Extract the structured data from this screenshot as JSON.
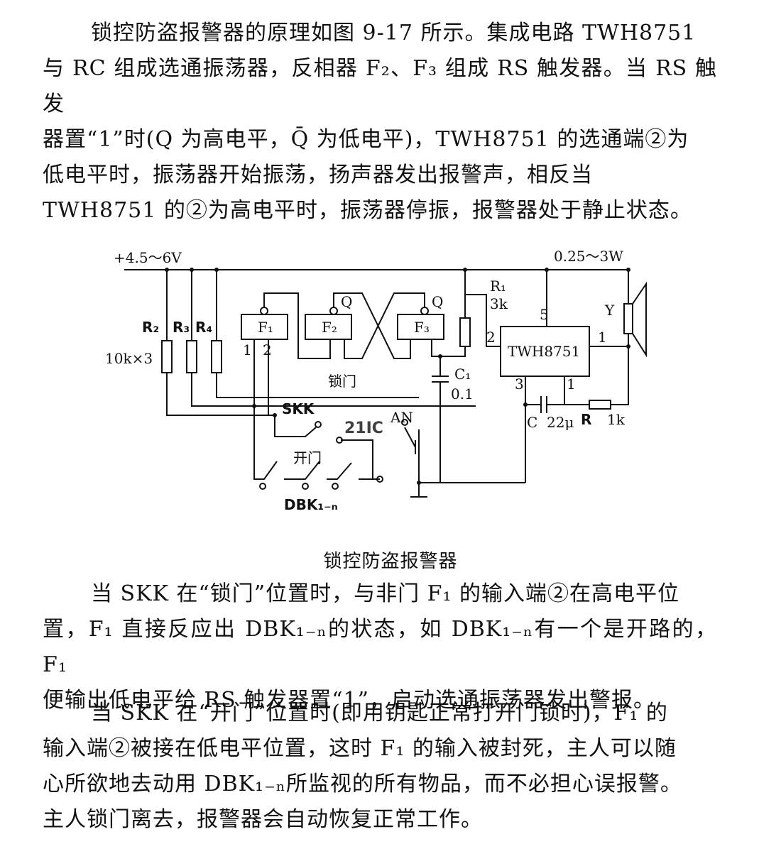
{
  "text": {
    "p1": [
      "锁控防盗报警器的原理如图 9-17 所示。集成电路 TWH8751",
      "与 RC 组成选通振荡器，反相器 F₂、F₃ 组成 RS 触发器。当 RS 触发",
      "器置“1”时(Q 为高电平，Q̄ 为低电平)，TWH8751 的选通端②为",
      "低电平时，振荡器开始振荡，扬声器发出报警声，相反当",
      "TWH8751 的②为高电平时，振荡器停振，报警器处于静止状态。"
    ],
    "caption": "锁控防盗报警器",
    "p2": [
      "当 SKK 在“锁门”位置时，与非门 F₁ 的输入端②在高电平位",
      "置，F₁ 直接反应出 DBK₁₋ₙ的状态，如 DBK₁₋ₙ有一个是开路的，F₁",
      "便输出低电平给 RS 触发器置“1”，启动选通振荡器发出警报。"
    ],
    "p3": [
      "当 SKK 在“开门”位置时(即用钥匙正常打开门锁时)，F₁ 的",
      "输入端②被接在低电平位置，这时 F₁ 的输入被封死，主人可以随",
      "心所欲地去动用 DBK₁₋ₙ所监视的所有物品，而不必担心误报警。",
      "主人锁门离去，报警器会自动恢复正常工作。"
    ]
  },
  "diagram": {
    "supply": "+4.5～6V",
    "power": "0.25～3W",
    "r1": "R₁",
    "r1_val": "3k",
    "r2": "R₂",
    "r3": "R₃",
    "r4": "R₄",
    "r_group_val": "10k×3",
    "f1": "F₁",
    "f2": "F₂",
    "f3": "F₃",
    "q_label": "Q",
    "pin1": "1",
    "pin2": "2",
    "ic": "TWH8751",
    "ic_pin5": "5",
    "ic_pin2": "2",
    "ic_pin1": "1",
    "ic_pin3": "3",
    "ic_pin1b": "1",
    "speaker": "Y",
    "lock_label": "锁门",
    "c1": "C₁",
    "c1_val": "0.1",
    "skk": "SKK",
    "an": "AN",
    "open_label": "开门",
    "dbk": "DBK₁₋ₙ",
    "c": "C",
    "c_val": "22μ",
    "r": "R",
    "r_val": "1k",
    "watermark": "21IC"
  }
}
